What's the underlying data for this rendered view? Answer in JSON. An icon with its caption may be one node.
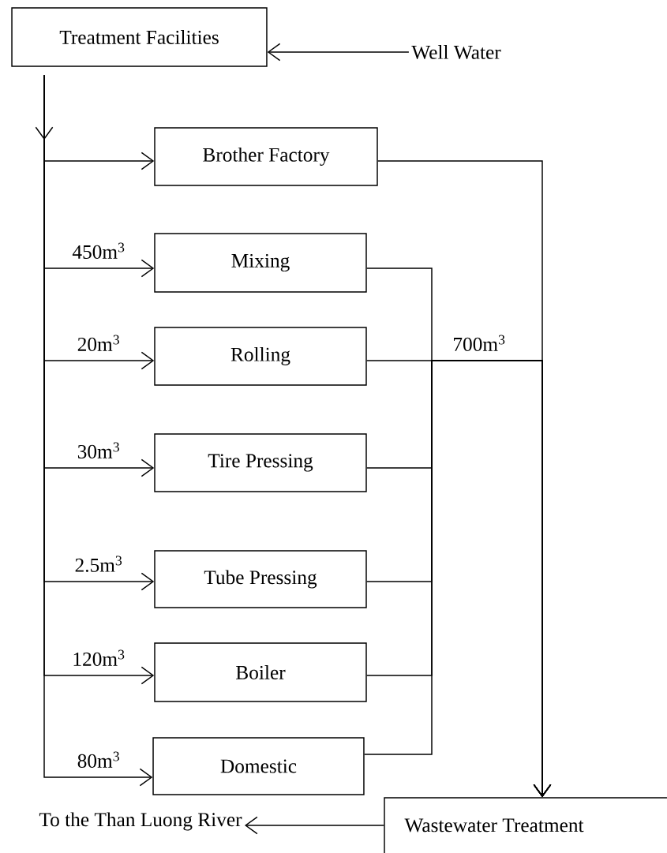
{
  "diagram": {
    "nodes": [
      {
        "text": [
          "Treatment Facilities"
        ]
      },
      {
        "text": [
          "Well Water"
        ]
      },
      {
        "text": [
          "Brother Factory"
        ]
      },
      {
        "text": [
          "Mixing"
        ]
      },
      {
        "text": [
          "Rolling"
        ]
      },
      {
        "text": [
          "Tire Pressing"
        ]
      },
      {
        "text": [
          "Tube Pressing"
        ]
      },
      {
        "text": [
          "Boiler"
        ]
      },
      {
        "text": [
          "Domestic"
        ]
      },
      {
        "text": [
          "Wastewater Treatment"
        ]
      },
      {
        "text": [
          "To the Than Luong River"
        ]
      }
    ],
    "edges": [
      {
        "from": 1,
        "to": 0,
        "arrow": "to"
      },
      {
        "from": 0,
        "to": 2,
        "arrow": "to"
      },
      {
        "from": 0,
        "to": 3,
        "arrow": "to",
        "label": "450m$^{3}$"
      },
      {
        "from": 0,
        "to": 4,
        "arrow": "to",
        "label": "20m$^{3}$"
      },
      {
        "from": 0,
        "to": 5,
        "arrow": "to",
        "label": "30m$^{3}$"
      },
      {
        "from": 0,
        "to": 6,
        "arrow": "to",
        "label": "2.5m$^{3}$"
      },
      {
        "from": 0,
        "to": 7,
        "arrow": "to",
        "label": "120m$^{3}$"
      },
      {
        "from": 0,
        "to": 8,
        "arrow": "to",
        "label": "80m$^{3}$"
      },
      {
        "from": 2,
        "to": 9,
        "arrow": "to"
      },
      {
        "from": 3,
        "to": 9,
        "arrow": "to"
      },
      {
        "from": 4,
        "to": 9,
        "arrow": "to"
      },
      {
        "from": 5,
        "to": 9,
        "arrow": "to"
      },
      {
        "from": 6,
        "to": 9,
        "arrow": "to"
      },
      {
        "from": 7,
        "to": 9,
        "arrow": "to"
      },
      {
        "from": 8,
        "to": 9,
        "arrow": "to"
      },
      {
        "from": 9,
        "to": 10,
        "arrow": "to"
      }
    ],
    "labels": [
      "700m$^{3}$"
    ]
  }
}
